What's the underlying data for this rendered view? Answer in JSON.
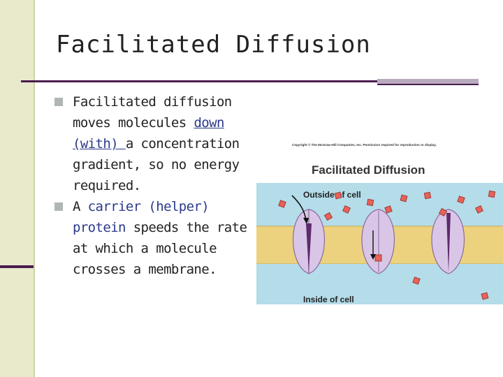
{
  "slide": {
    "title": "Facilitated Diffusion",
    "bullets": [
      {
        "lead": "Facilitated diffusion",
        "t1": " moves molecules ",
        "link": "down (with) ",
        "t2": "a concentration gradient, so no energy required."
      },
      {
        "lead": "A",
        "t1": " carrier (helper) ",
        "blue": "protein",
        "t2": " speeds the rate at which a molecule crosses a membrane."
      }
    ]
  },
  "figure": {
    "copyright": "Copyright © The McGraw-Hill Companies, Inc. Permission required for reproduction or display.",
    "title": "Facilitated Diffusion",
    "outside_label": "Outside of cell",
    "inside_label": "Inside of cell",
    "colors": {
      "membrane": "#ecd27e",
      "outside": "#b4dce9",
      "protein": "#d9c6e6",
      "molecule": "#e8625a"
    }
  }
}
